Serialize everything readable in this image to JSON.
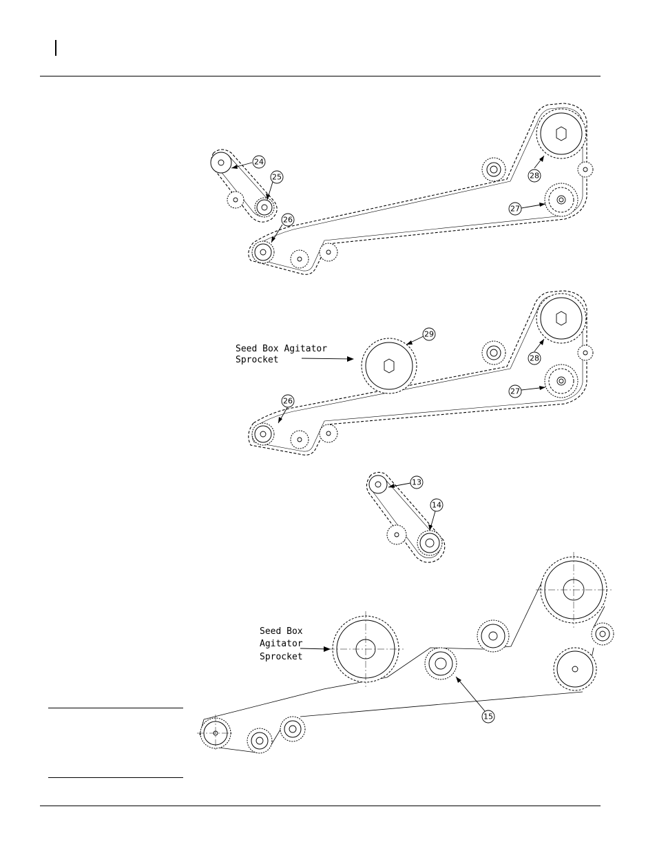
{
  "callouts": {
    "c24": "24",
    "c25": "25",
    "c26a": "26",
    "c27a": "27",
    "c28a": "28",
    "c29": "29",
    "c26b": "26",
    "c27b": "27",
    "c28b": "28",
    "c13": "13",
    "c14": "14",
    "c15": "15"
  },
  "labels": {
    "agitator_1_line1": "Seed Box Agitator",
    "agitator_1_line2": "Sprocket",
    "agitator_2_line1": "Seed Box",
    "agitator_2_line2": "Agitator",
    "agitator_2_line3": "Sprocket"
  }
}
